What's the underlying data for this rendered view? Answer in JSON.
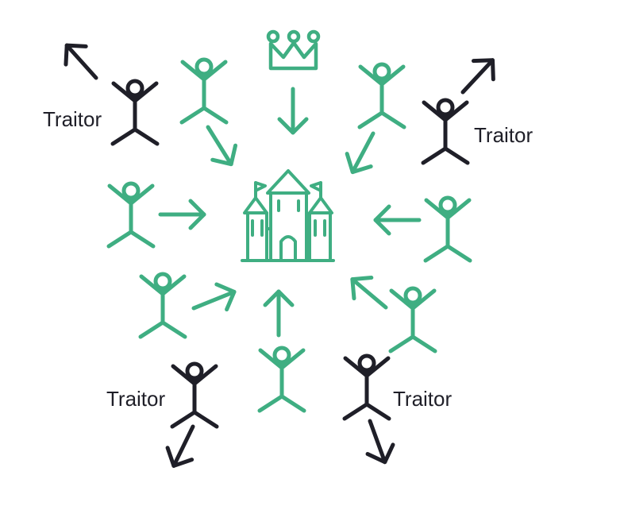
{
  "diagram": {
    "labels": {
      "traitor_1": "Traitor",
      "traitor_2": "Traitor",
      "traitor_3": "Traitor",
      "traitor_4": "Traitor"
    },
    "colors": {
      "loyal": "#3fae82",
      "traitor": "#1f1f28",
      "background": "#ffffff"
    },
    "icons": [
      "castle-icon",
      "crown-icon",
      "person-icon",
      "arrow-icon"
    ]
  }
}
